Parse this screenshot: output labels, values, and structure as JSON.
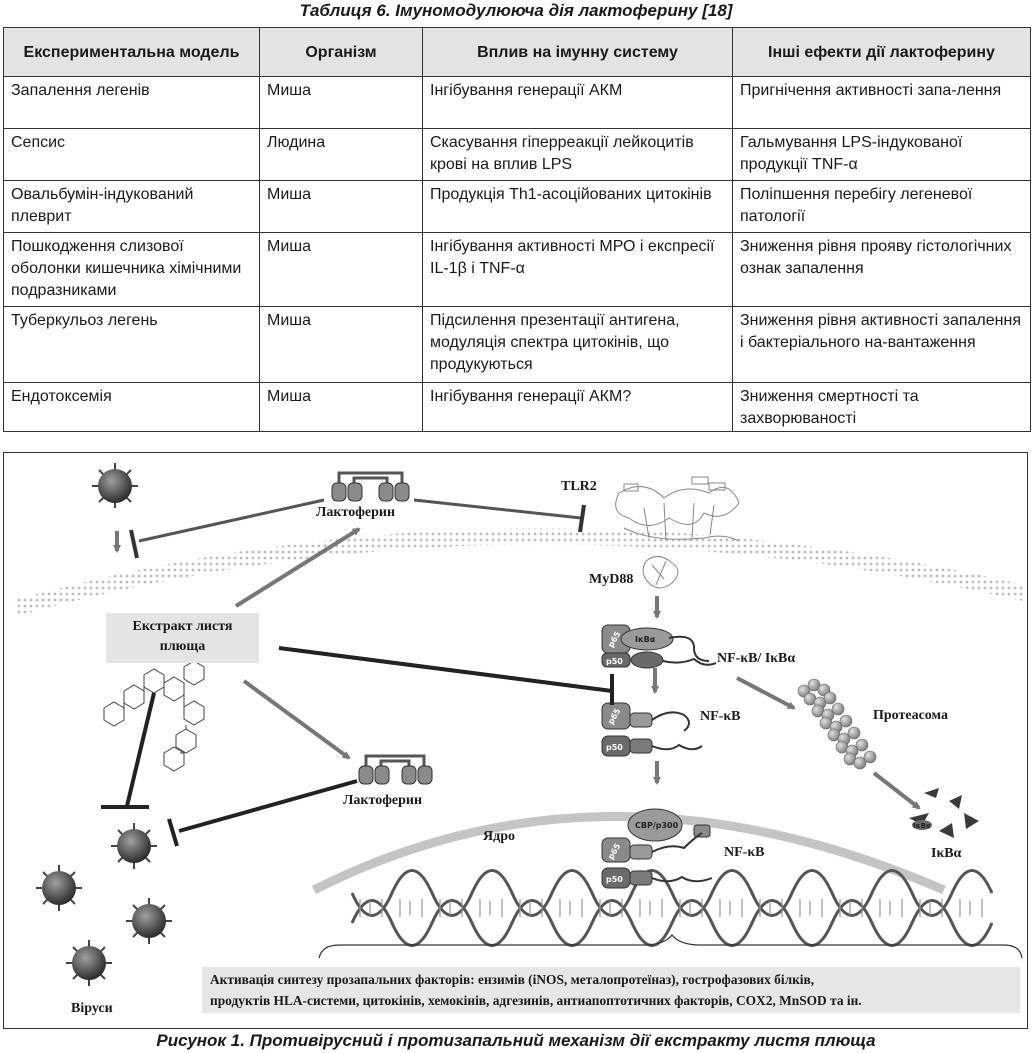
{
  "table": {
    "caption": "Таблиця 6. Імуномодулююча дія лактоферину [18]",
    "headers": [
      "Експериментальна модель",
      "Організм",
      "Вплив на імунну систему",
      "Інші ефекти дії лактоферину"
    ],
    "rows": [
      [
        "Запалення легенів",
        "Миша",
        "Інгібування генерації АКМ",
        "Пригнічення активності запа-лення"
      ],
      [
        "Сепсис",
        "Людина",
        "Скасування гіперреакції лейкоцитів крові на вплив LPS",
        "Гальмування LPS-індукованої продукції TNF-α"
      ],
      [
        "Овальбумін-індукований плеврит",
        "Миша",
        "Продукція Th1-асоційованих цитокінів",
        "Поліпшення перебігу легеневої патології"
      ],
      [
        "Пошкодження слизової оболонки кишечника хімічними подразниками",
        "Миша",
        "Інгібування активності МРО і експресії IL-1β і TNF-α",
        "Зниження рівня прояву гістологічних ознак запалення"
      ],
      [
        "Туберкульоз легень",
        "Миша",
        "Підсилення презентації антигена, модуляція спектра цитокінів, що продукуються",
        "Зниження рівня активності запалення і бактеріального на-вантаження"
      ],
      [
        "Ендотоксемія",
        "Миша",
        "Інгібування генерації АКМ?",
        "Зниження смертності та захворюваності"
      ]
    ]
  },
  "figure": {
    "labels": {
      "lactoferrin_top": "Лактоферин",
      "lactoferrin_bottom": "Лактоферин",
      "tlr2": "TLR2",
      "myd88": "MyD88",
      "extract_line1": "Екстракт листя",
      "extract_line2": "плюща",
      "nfkb_ikba": "NF-κB/ IκBα",
      "nfkb_1": "NF-κB",
      "nfkb_2": "NF-κB",
      "proteasome": "Протеасома",
      "nucleus": "Ядро",
      "ikba": "IκBα",
      "viruses": "Віруси",
      "cbp": "CBP/p300",
      "p65": "p65",
      "p50": "p50",
      "ikba_small": "IκBα"
    },
    "activation_line1": "Активація синтезу  прозапальних факторів: ензимів  (iNOS, металопротеїназ), гострофазових білків,",
    "activation_line2": "продуктів HLA-системи, цитокінів, хемокінів, адгезинів, антиапоптотичних факторів, COX2, MnSOD та ін.",
    "caption": "Рисунок 1. Противірусний і протизапальний механізм дії екстракту листя плюща"
  }
}
